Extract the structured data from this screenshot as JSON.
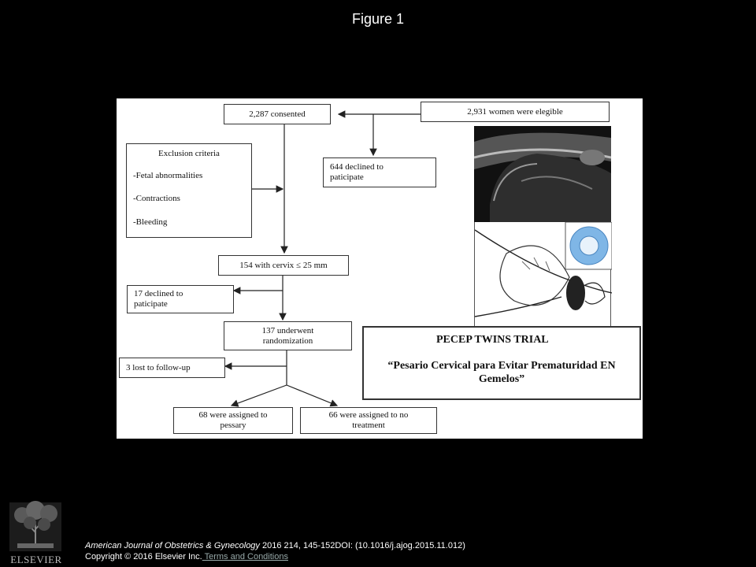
{
  "figure_title": "Figure 1",
  "flowchart": {
    "consented": "2,287 consented",
    "eligible": "2,931 women were elegible",
    "declined_1": "644  declined to paticipate",
    "exclusion": {
      "heading": "Exclusion criteria",
      "items": [
        "-Fetal abnormalities",
        "-Contractions",
        "-Bleeding"
      ]
    },
    "cervix": "154 with cervix ≤ 25 mm",
    "declined_2": "17 declined to paticipate",
    "randomized": "137 underwent randomization",
    "lost": "3 lost to follow-up",
    "pessary": "68 were assigned to pessary",
    "no_treatment": "66 were assigned to no treatment"
  },
  "trial_box": {
    "title": "PECEP TWINS TRIAL",
    "subtitle": "“Pesario Cervical para Evitar Prematuridad EN Gemelos”"
  },
  "citation": {
    "journal": "American Journal of Obstetrics & Gynecology",
    "details": " 2016 214, 145-152DOI: (10.1016/j.ajog.2015.11.012)",
    "copyright": "Copyright © 2016 Elsevier Inc.",
    "terms_link": " Terms and Conditions"
  },
  "publisher_logo": "ELSEVIER",
  "colors": {
    "background": "#000000",
    "panel": "#ffffff",
    "pessary_blue": "#7fb6e6"
  }
}
